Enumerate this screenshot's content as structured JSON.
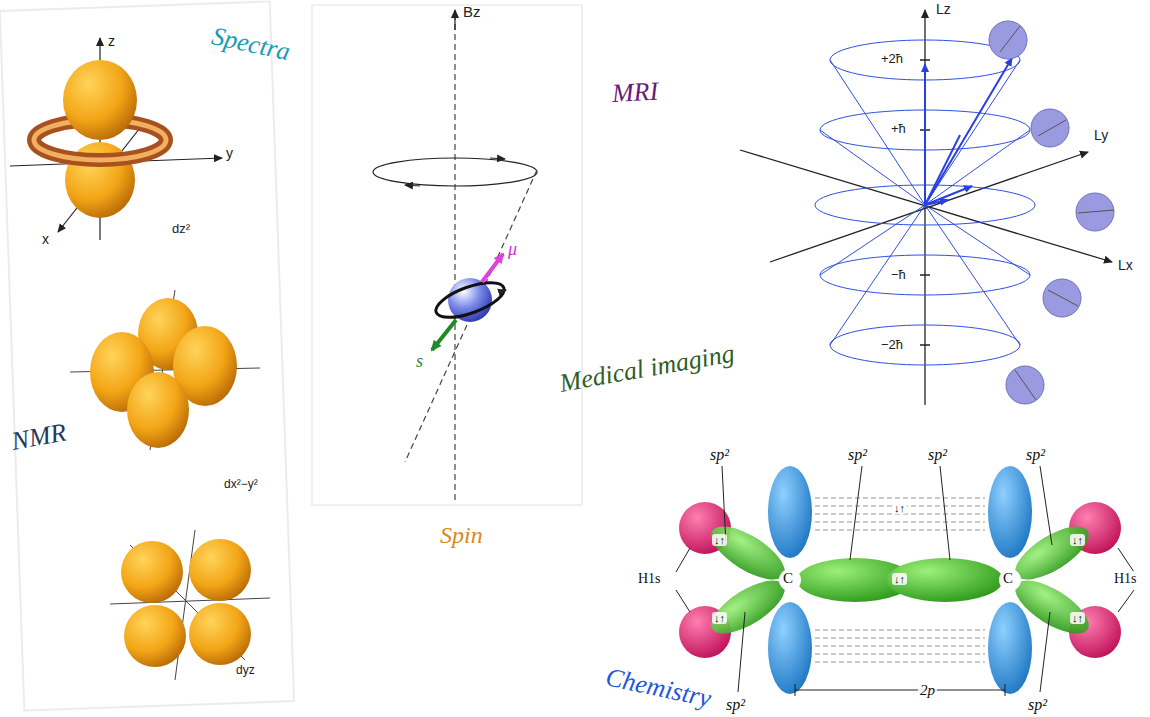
{
  "diagram": {
    "labels": [
      "Spectra",
      "MRI",
      "Medical imaging",
      "NMR",
      "Spin",
      "Chemistry",
      "z",
      "y",
      "x",
      "dz²",
      "dx²−y²",
      "dyz",
      "Bz",
      "μ",
      "s",
      "Lz",
      "+2ħ",
      "+ħ",
      "−ħ",
      "−2ħ",
      "Ly",
      "Lx",
      "sp²",
      "sp²",
      "sp²",
      "sp²",
      "sp²",
      "sp²",
      "2p",
      "C",
      "C",
      "H1s",
      "H1s",
      "↓↑",
      "↓↑",
      "↓↑",
      "↓↑",
      "↓↑",
      "↓↑"
    ]
  }
}
